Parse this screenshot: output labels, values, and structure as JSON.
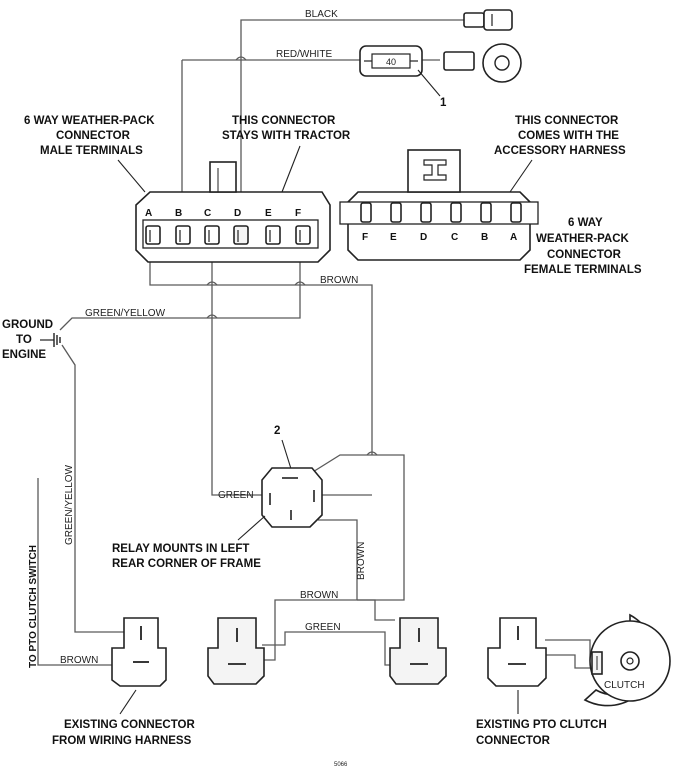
{
  "wires": {
    "black": "BLACK",
    "red_white": "RED/WHITE",
    "brown": "BROWN",
    "green_yellow": "GREEN/YELLOW",
    "green": "GREEN"
  },
  "fuse": {
    "value": "40",
    "callout": "1"
  },
  "male_connector": {
    "label_line1": "6 WAY WEATHER-PACK",
    "label_line2": "CONNECTOR",
    "label_line3": "MALE TERMINALS",
    "pins": [
      "A",
      "B",
      "C",
      "D",
      "E",
      "F"
    ]
  },
  "stays_with_tractor": {
    "line1": "THIS CONNECTOR",
    "line2": "STAYS WITH TRACTOR"
  },
  "accessory_harness": {
    "line1": "THIS CONNECTOR",
    "line2": "COMES WITH THE",
    "line3": "ACCESSORY HARNESS"
  },
  "female_connector": {
    "label_line1": "6 WAY",
    "label_line2": "WEATHER-PACK",
    "label_line3": "CONNECTOR",
    "label_line4": "FEMALE TERMINALS",
    "pins": [
      "F",
      "E",
      "D",
      "C",
      "B",
      "A"
    ]
  },
  "ground": {
    "line1": "GROUND",
    "line2": "TO",
    "line3": "ENGINE"
  },
  "relay": {
    "callout": "2",
    "label_line1": "RELAY MOUNTS IN LEFT",
    "label_line2": "REAR CORNER OF FRAME"
  },
  "pto_switch": "TO PTO CLUTCH SWITCH",
  "existing_connector": {
    "line1": "EXISTING CONNECTOR",
    "line2": "FROM WIRING HARNESS"
  },
  "pto_connector": {
    "line1": "EXISTING PTO CLUTCH",
    "line2": "CONNECTOR"
  },
  "clutch": "CLUTCH",
  "figure_code": "5066"
}
